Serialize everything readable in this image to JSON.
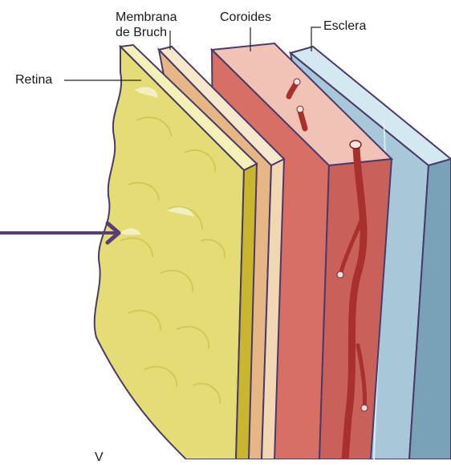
{
  "labels": {
    "retina": "Retina",
    "bruch_line1": "Membrana",
    "bruch_line2": "de Bruch",
    "coroides": "Coroides",
    "esclera": "Esclera",
    "bottom_partial": "V"
  },
  "colors": {
    "retina_front": "#e4dc74",
    "retina_edge": "#c9b52e",
    "retina_top": "#f4f0b8",
    "bruch_front": "#e6b784",
    "bruch_edge": "#f1d8b2",
    "coroides_front": "#c9605a",
    "coroides_side": "#d86f64",
    "coroides_top": "#f1c3b6",
    "vessel": "#a8302d",
    "esclera_front": "#7aa2b6",
    "esclera_side": "#a7c8d8",
    "esclera_top": "#d4e8f0",
    "outline": "#4a3a6a",
    "arrow": "#5a3c78"
  },
  "icons": {
    "incoming_light_arrow": "arrow-right-icon"
  }
}
